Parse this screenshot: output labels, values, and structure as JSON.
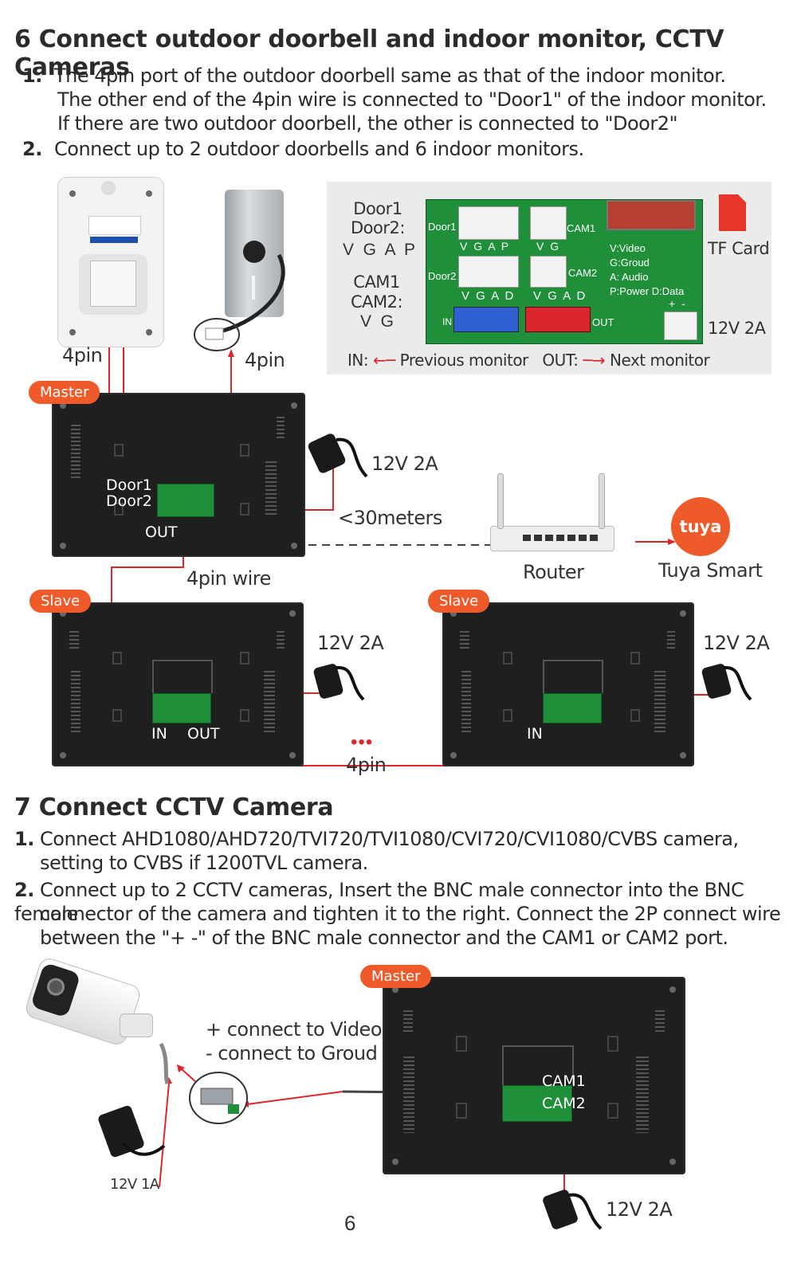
{
  "section6": {
    "title": "6  Connect outdoor doorbell and indoor monitor, CCTV Cameras",
    "steps": [
      {
        "num": "1.",
        "lines": [
          "The 4pin port of the outdoor doorbell same as that of the indoor monitor.",
          "The other end of the 4pin wire is connected to \"Door1\" of the indoor monitor.",
          "If there are two outdoor doorbell, the other is connected to \"Door2\""
        ]
      },
      {
        "num": "2.",
        "lines": [
          "Connect up to 2 outdoor doorbells and 6 indoor monitors."
        ]
      }
    ]
  },
  "ports_panel": {
    "door_label": "Door1\nDoor2:",
    "door_pins": "V  G  A  P",
    "cam_label": "CAM1\nCAM2:",
    "cam_pins": "V  G",
    "pcb_door1": "Door1",
    "pcb_door2": "Door2",
    "pcb_cam1": "CAM1",
    "pcb_cam2": "CAM2",
    "pins_vgap": "V G A P",
    "pins_vg": "V G",
    "pins_vgad1": "V G A D",
    "pins_vgad2": "V G A D",
    "pcb_in": "IN",
    "pcb_out": "OUT",
    "pcb_plus_minus": "+  -",
    "legend": "V:Video\nG:Groud\nA: Audio\nP:Power D:Data",
    "tf_card": "TF Card",
    "power": "12V 2A",
    "in_label": "IN:",
    "in_desc": "Previous monitor",
    "out_label": "OUT:",
    "out_desc": "Next monitor"
  },
  "diagram1": {
    "doorbell_left_pin": "4pin",
    "doorbell_right_pin": "4pin",
    "master_badge": "Master",
    "master_door1": "Door1",
    "master_door2": "Door2",
    "master_out": "OUT",
    "master_power": "12V 2A",
    "distance": "<30meters",
    "router": "Router",
    "tuya_logo": "tuya",
    "tuya_smart": "Tuya Smart",
    "wire_label": "4pin wire",
    "slave1_badge": "Slave",
    "slave1_in": "IN",
    "slave1_out": "OUT",
    "slave1_power": "12V 2A",
    "slave2_badge": "Slave",
    "slave2_in": "IN",
    "slave2_power": "12V 2A",
    "dots": "•••",
    "between_pin": "4pin"
  },
  "section7": {
    "title": "7  Connect CCTV Camera",
    "steps": [
      {
        "num": "1.",
        "lines": [
          "Connect AHD1080/AHD720/TVI720/TVI1080/CVI720/CVI1080/CVBS camera,",
          "setting to CVBS if 1200TVL camera."
        ]
      },
      {
        "num": "2.",
        "lines": [
          "Connect up to 2 CCTV cameras, Insert the BNC male connector into the BNC female",
          "connector of the camera and tighten it to the right. Connect the 2P connect wire",
          "between the \"+ -\" of the BNC male connector and the CAM1 or CAM2 port."
        ]
      }
    ]
  },
  "diagram2": {
    "connect_plus": "+ connect to Video",
    "connect_minus": "- connect to Groud",
    "camera_power": "12V 1A",
    "master_badge": "Master",
    "cam1": "CAM1",
    "cam2": "CAM2",
    "monitor_power": "12V 2A"
  },
  "page_number": "6",
  "colors": {
    "accent": "#ef5a2a",
    "wire": "#e0242b",
    "pcb": "#1f8f3a"
  }
}
